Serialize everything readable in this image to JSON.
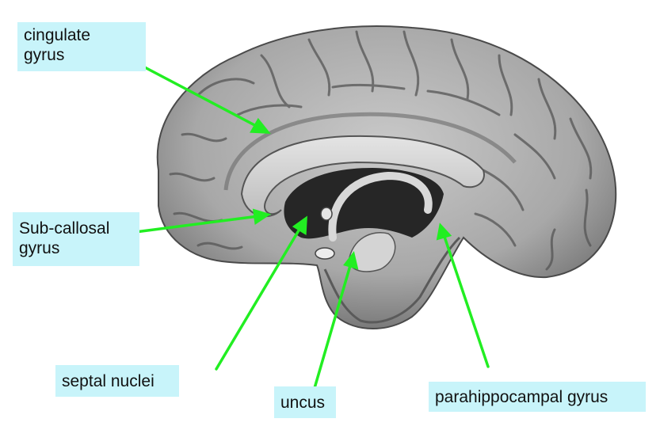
{
  "figure": {
    "image_description_icon": "brain-midsagittal-photo-icon",
    "arrow_color": "#22ee22",
    "label_background": "#c8f4fa"
  },
  "labels": {
    "cingulate": {
      "line1": "cingulate",
      "line2": "gyrus"
    },
    "subcallosal": {
      "line1": "Sub-callosal",
      "line2": "gyrus"
    },
    "septal": {
      "text": "septal nuclei"
    },
    "uncus": {
      "text": "uncus"
    },
    "parahippocampal": {
      "text": "parahippocampal gyrus"
    }
  }
}
